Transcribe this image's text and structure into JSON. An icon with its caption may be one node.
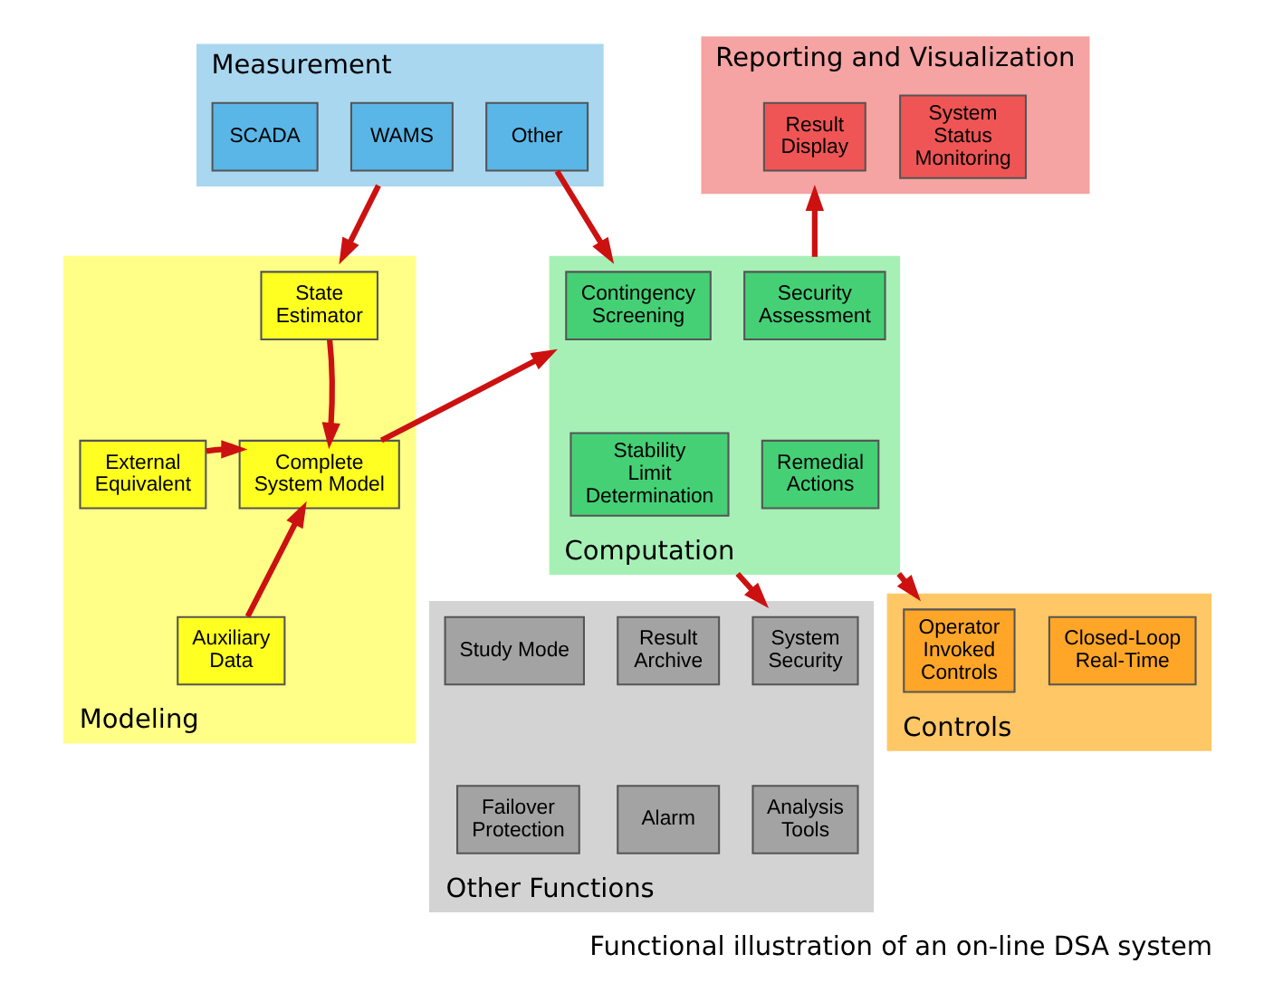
{
  "diagram": {
    "caption": "Functional illustration of an on-line DSA system",
    "nodes": [
      {
        "text": [
          "Measurement"
        ]
      },
      {
        "text": [
          "SCADA"
        ],
        "in": 0
      },
      {
        "text": [
          "WAMS"
        ],
        "in": 0
      },
      {
        "text": [
          "Other"
        ],
        "in": 0
      },
      {
        "text": [
          "Reporting and Visualization"
        ]
      },
      {
        "text": [
          "Result Display"
        ],
        "in": 4
      },
      {
        "text": [
          "System Status Monitoring"
        ],
        "in": 4
      },
      {
        "text": [
          "Modeling"
        ]
      },
      {
        "text": [
          "State Estimator"
        ],
        "in": 7
      },
      {
        "text": [
          "External Equivalent"
        ],
        "in": 7
      },
      {
        "text": [
          "Auxiliary Data"
        ],
        "in": 7
      },
      {
        "text": [
          "Complete System Model"
        ],
        "in": 7
      },
      {
        "text": [
          "Computation"
        ]
      },
      {
        "text": [
          "Contingency Screening"
        ],
        "in": 12
      },
      {
        "text": [
          "Security Assessment"
        ],
        "in": 12
      },
      {
        "text": [
          "Stability Limit Determination"
        ],
        "in": 12
      },
      {
        "text": [
          "Remedial Actions"
        ],
        "in": 12
      },
      {
        "text": [
          "Other Functions"
        ]
      },
      {
        "text": [
          "Study Mode"
        ],
        "in": 17
      },
      {
        "text": [
          "Result Archive"
        ],
        "in": 17
      },
      {
        "text": [
          "System Security"
        ],
        "in": 17
      },
      {
        "text": [
          "Failover Protection"
        ],
        "in": 17
      },
      {
        "text": [
          "Alarm"
        ],
        "in": 17
      },
      {
        "text": [
          "Analysis Tools"
        ],
        "in": 17
      },
      {
        "text": [
          "Controls"
        ]
      },
      {
        "text": [
          "Operator Invoked Controls"
        ],
        "in": 24
      },
      {
        "text": [
          "Closed-Loop Real-Time"
        ],
        "in": 24
      }
    ],
    "edges": [
      {
        "from": 0,
        "to": 7,
        "arrow": "to"
      },
      {
        "from": 3,
        "to": 12,
        "arrow": "to"
      },
      {
        "from": 8,
        "to": 11,
        "arrow": "to"
      },
      {
        "from": 9,
        "to": 11,
        "arrow": "to"
      },
      {
        "from": 10,
        "to": 11,
        "arrow": "to"
      },
      {
        "from": 11,
        "to": 12,
        "arrow": "to"
      },
      {
        "from": 12,
        "to": 4,
        "arrow": "to"
      },
      {
        "from": 12,
        "to": 17,
        "arrow": "to"
      },
      {
        "from": 12,
        "to": 24,
        "arrow": "to"
      }
    ]
  }
}
